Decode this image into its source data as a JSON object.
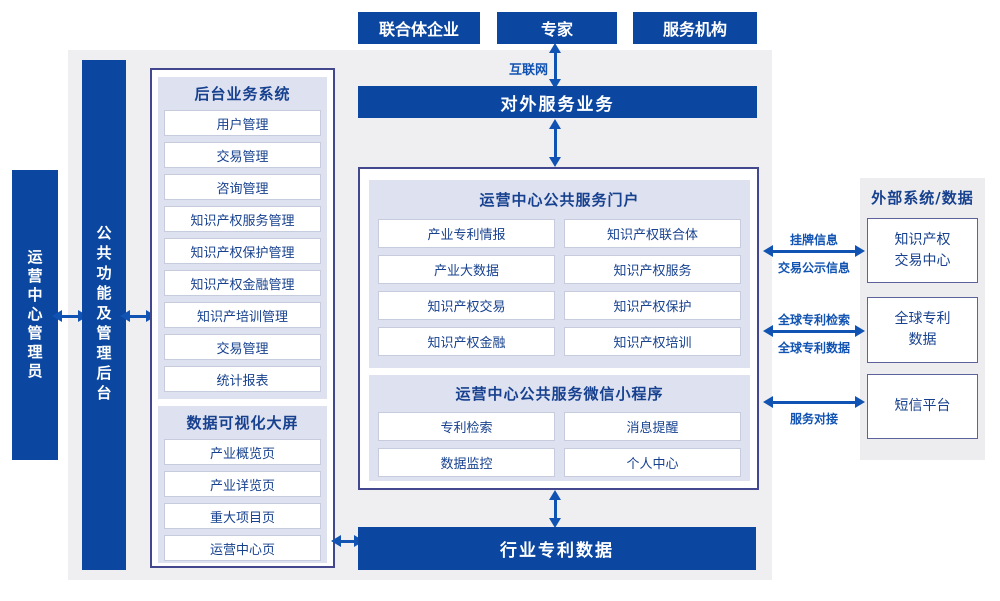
{
  "palette": {
    "dark_blue": "#0b47a0",
    "arrow_blue": "#1153b2",
    "navy_text": "#17418f",
    "panel_gray": "#efeff1",
    "lavender": "#dee2f0",
    "box_border": "#43478d",
    "row_border": "#c6cbdd",
    "right_panel_gray": "#ededef",
    "right_box_border": "#5e629b"
  },
  "top_actors": {
    "consortium": "联合体企业",
    "experts": "专家",
    "service_orgs": "服务机构"
  },
  "labels": {
    "internet": "互联网",
    "external_service": "对外服务业务",
    "industry_patent_data": "行业专利数据",
    "admin": "运营中心管理员",
    "common_backend": "公共功能及管理后台"
  },
  "backend": {
    "title": "后台业务系统",
    "items": [
      "用户管理",
      "交易管理",
      "咨询管理",
      "知识产权服务管理",
      "知识产权保护管理",
      "知识产权金融管理",
      "知识产培训管理",
      "交易管理",
      "统计报表"
    ]
  },
  "dashboard": {
    "title": "数据可视化大屏",
    "items": [
      "产业概览页",
      "产业详览页",
      "重大项目页",
      "运营中心页"
    ]
  },
  "portal": {
    "title": "运营中心公共服务门户",
    "items": [
      "产业专利情报",
      "知识产权联合体",
      "产业大数据",
      "知识产权服务",
      "知识产权交易",
      "知识产权保护",
      "知识产权金融",
      "知识产权培训"
    ]
  },
  "miniprogram": {
    "title": "运营中心公共服务微信小程序",
    "items": [
      "专利检索",
      "消息提醒",
      "数据监控",
      "个人中心"
    ]
  },
  "external": {
    "title": "外部系统/数据",
    "systems": [
      "知识产权交易中心",
      "全球专利数据",
      "短信平台"
    ],
    "link1_top": "挂牌信息",
    "link1_bottom": "交易公示信息",
    "link2_top": "全球专利检索",
    "link2_bottom": "全球专利数据",
    "link3_bottom": "服务对接"
  }
}
